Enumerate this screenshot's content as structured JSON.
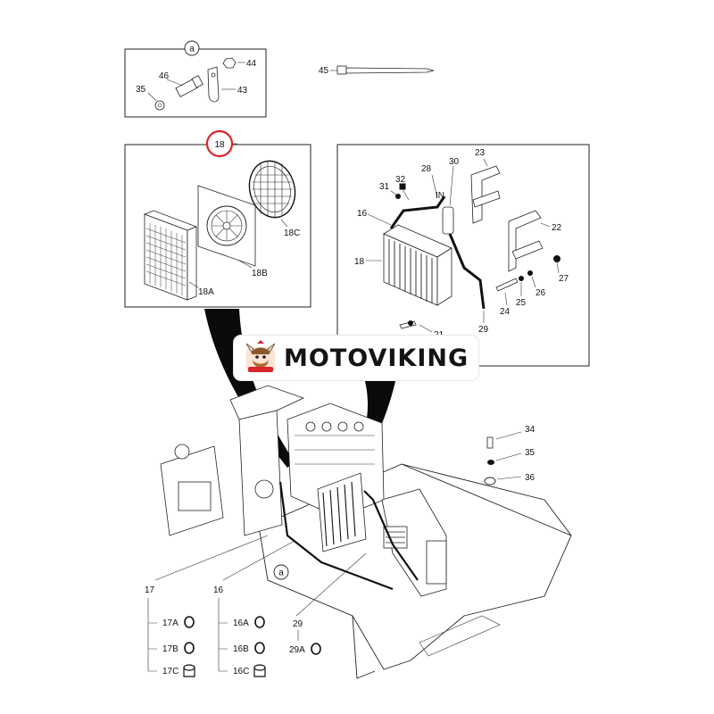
{
  "brand": {
    "name": "MOTOVIKING"
  },
  "accent_color": "#d9262c",
  "highlight": {
    "callout": "18",
    "color": "#d9262c"
  },
  "detail_a": {
    "tag": "a",
    "labels": {
      "p46": "46",
      "p44": "44",
      "p43": "43",
      "p35": "35"
    }
  },
  "standalone": {
    "p45": "45"
  },
  "fan_detail": {
    "tag": "18",
    "labels": {
      "p18a": "18A",
      "p18b": "18B",
      "p18c": "18C"
    }
  },
  "radiator_detail": {
    "in_label": "IN",
    "labels": {
      "p23": "23",
      "p28": "28",
      "p30": "30",
      "p32": "32",
      "p31": "31",
      "p16": "16",
      "p22": "22",
      "p18": "18",
      "p27": "27",
      "p26": "26",
      "p25": "25",
      "p24": "24",
      "p29": "29",
      "p21": "21"
    }
  },
  "machine_view": {
    "tag": "a",
    "labels": {
      "p34": "34",
      "p35": "35",
      "p36": "36",
      "p17": "17",
      "p16": "16",
      "p29": "29",
      "p17a": "17A",
      "p17b": "17B",
      "p17c": "17C",
      "p16a": "16A",
      "p16b": "16B",
      "p16c": "16C",
      "p29a": "29A"
    }
  }
}
